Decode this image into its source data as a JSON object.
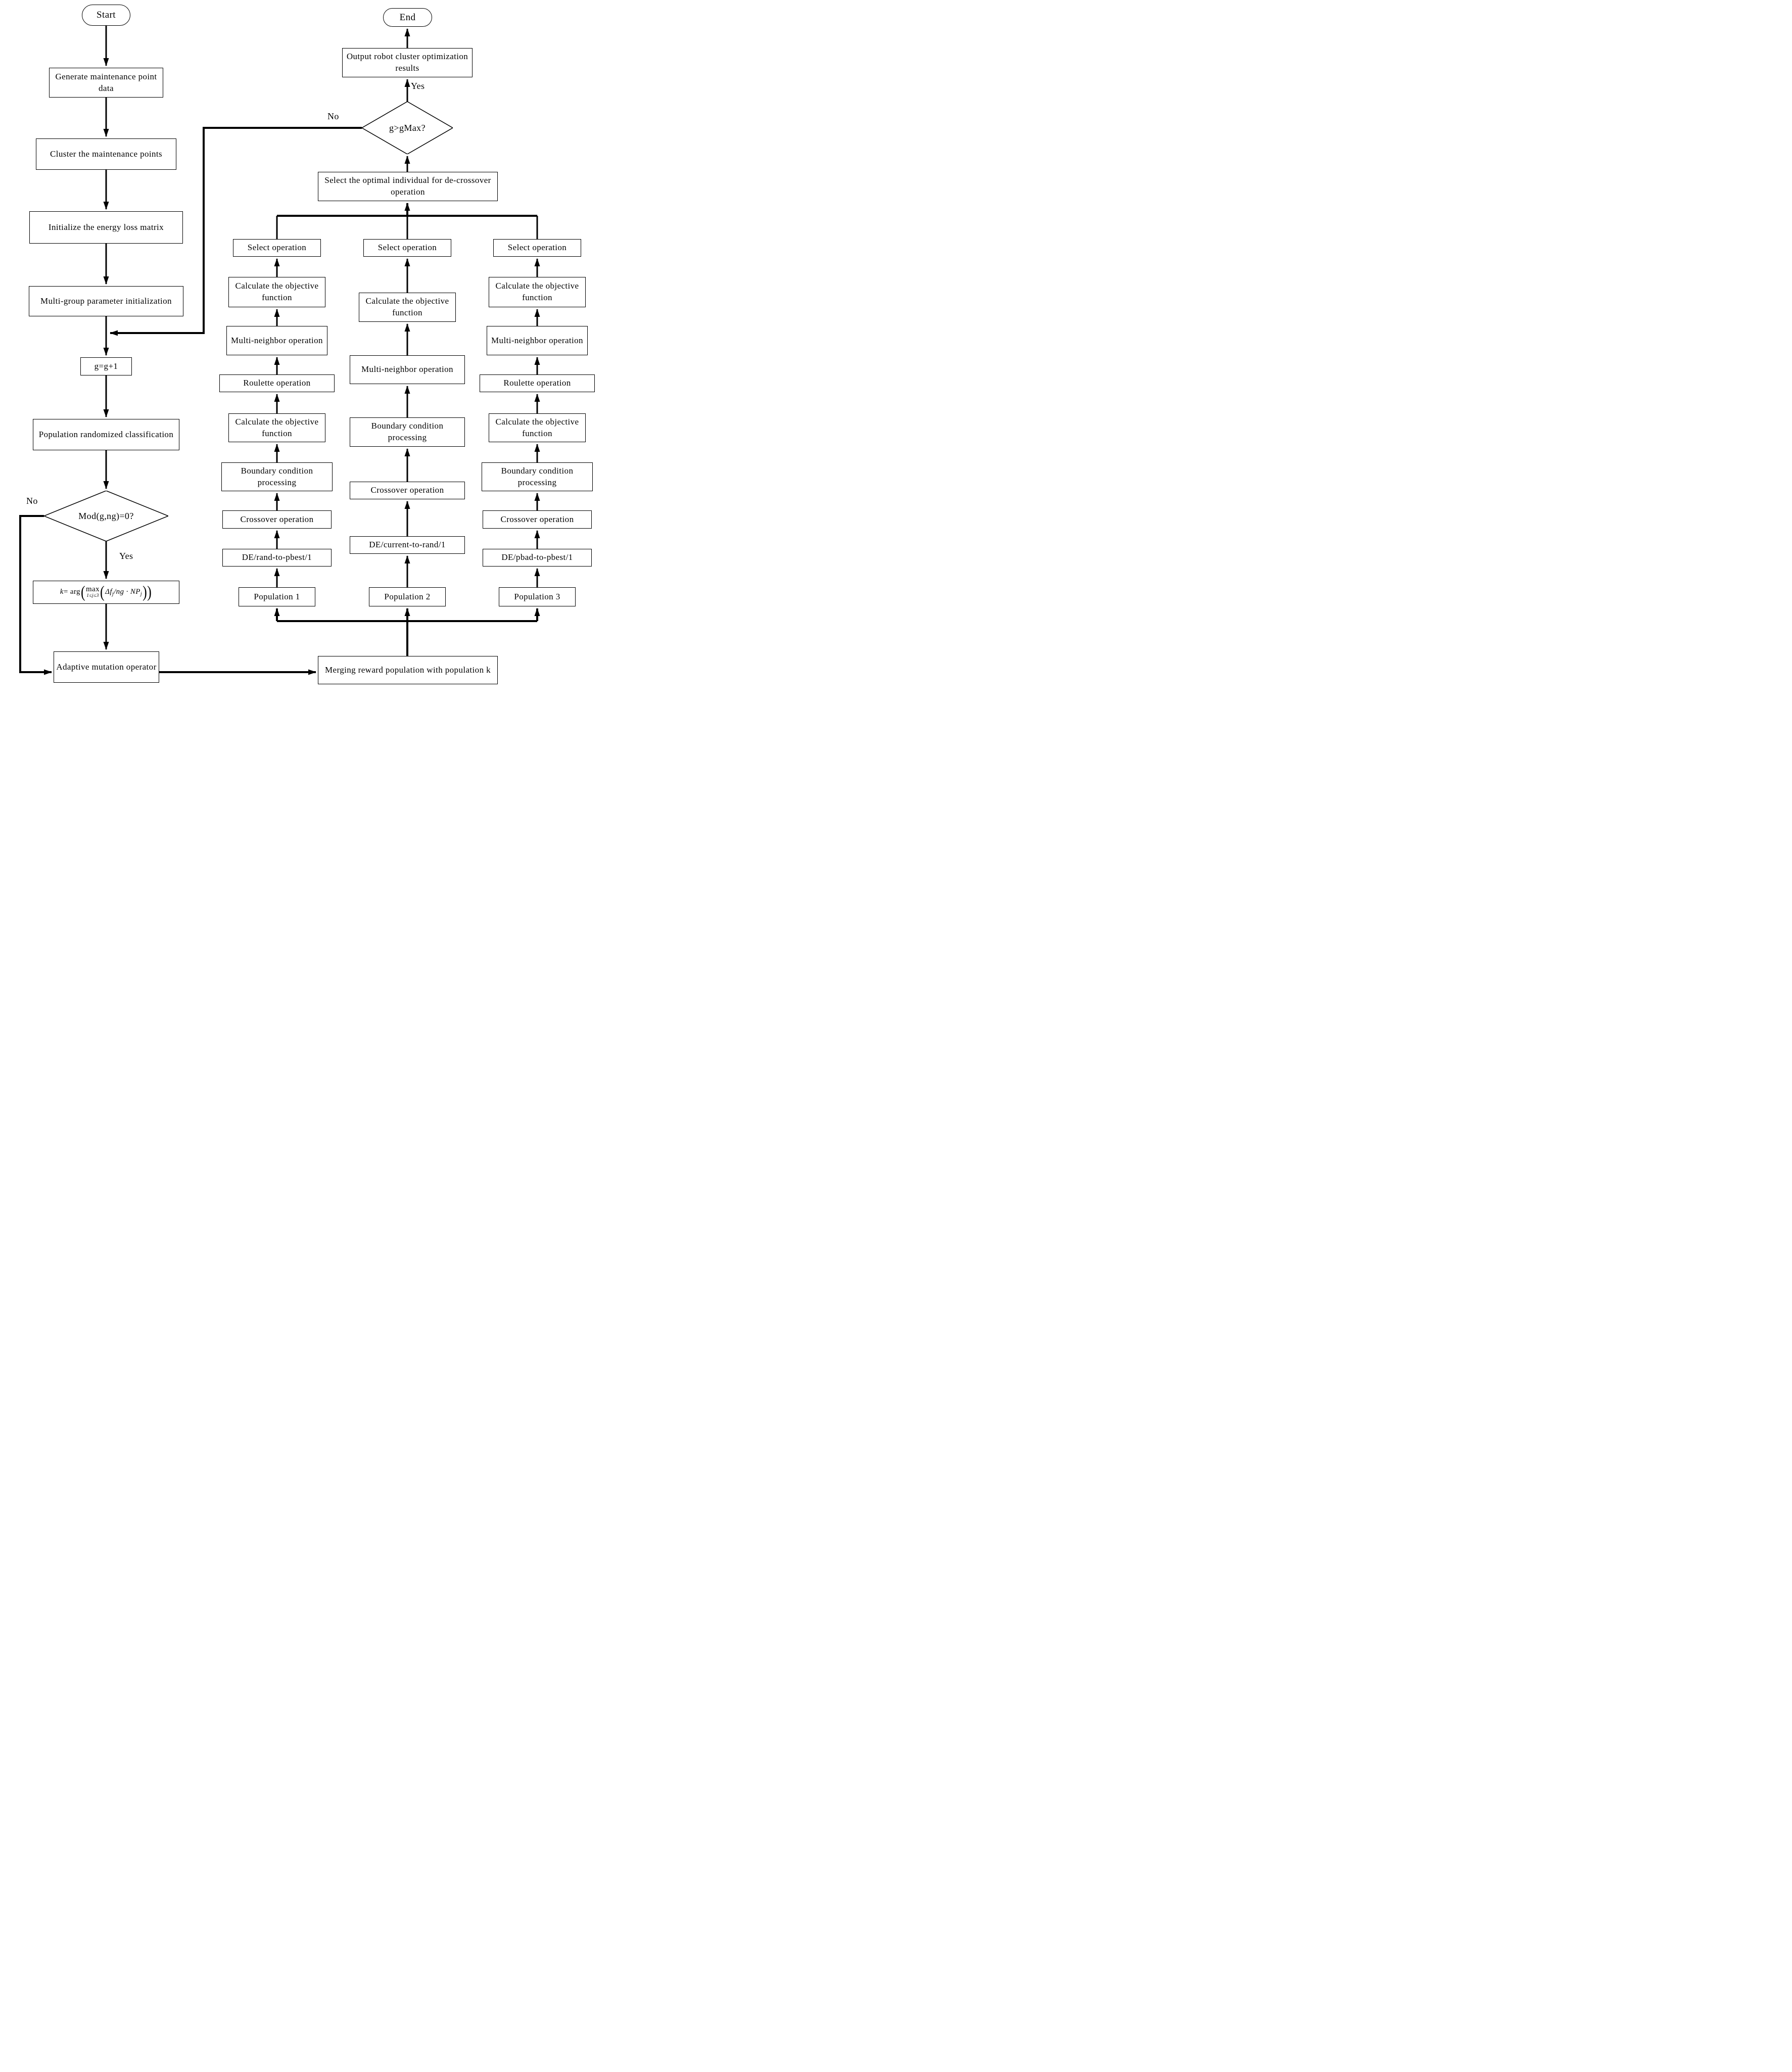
{
  "nodes": {
    "start": "Start",
    "generate": "Generate maintenance point data",
    "cluster": "Cluster the maintenance points",
    "init_matrix": "Initialize the energy loss matrix",
    "multi_group": "Multi-group parameter initialization",
    "g_increment": "g=g+1",
    "pop_random": "Population randomized classification",
    "mod_decision": "Mod(g,ng)=0?",
    "adaptive": "Adaptive mutation operator",
    "merging": "Merging reward population with population k",
    "select_optimal": "Select the optimal individual for de-crossover operation",
    "gmax_decision": "g>gMax?",
    "output": "Output robot cluster optimization results",
    "end": "End"
  },
  "labels": {
    "mod_yes": "Yes",
    "mod_no": "No",
    "gmax_yes": "Yes",
    "gmax_no": "No"
  },
  "formula": {
    "k": "k",
    "arg": " = arg",
    "p1": "(",
    "max": "max",
    "cond": "1≤j≤3",
    "p2": "(",
    "df": "Δf",
    "s1": "j",
    "mid": "/ng · NP",
    "s2": "j",
    "p3": "))"
  },
  "columns": [
    {
      "population": "Population 1",
      "de": "DE/rand-to-pbest/1",
      "crossover": "Crossover operation",
      "boundary": "Boundary condition processing",
      "calculate_lower": "Calculate the objective function",
      "roulette": "Roulette operation",
      "multi_neighbor": "Multi-neighbor operation",
      "calculate_upper": "Calculate the objective function",
      "select": "Select operation"
    },
    {
      "population": "Population 2",
      "de": "DE/current-to-rand/1",
      "crossover": "Crossover operation",
      "boundary": "Boundary condition processing",
      "multi_neighbor": "Multi-neighbor operation",
      "calculate_upper": "Calculate the objective function",
      "select": "Select operation"
    },
    {
      "population": "Population 3",
      "de": "DE/pbad-to-pbest/1",
      "crossover": "Crossover operation",
      "boundary": "Boundary condition processing",
      "calculate_lower": "Calculate the objective function",
      "roulette": "Roulette operation",
      "multi_neighbor": "Multi-neighbor operation",
      "calculate_upper": "Calculate the objective function",
      "select": "Select operation"
    }
  ],
  "colors": {
    "line": "#000000",
    "background": "#ffffff",
    "box_fill": "#ffffff"
  }
}
